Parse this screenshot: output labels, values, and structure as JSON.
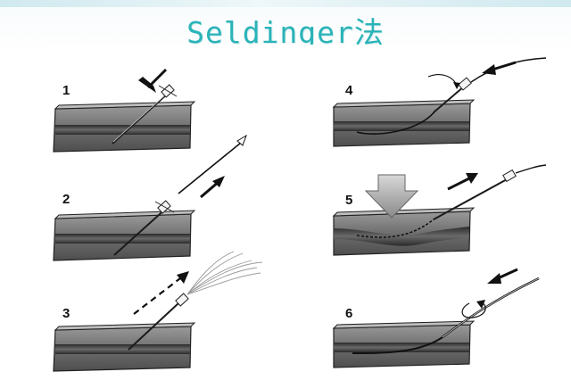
{
  "slide": {
    "title": "Seldinger法"
  },
  "steps": [
    {
      "number": "1"
    },
    {
      "number": "2"
    },
    {
      "number": "3"
    },
    {
      "number": "4"
    },
    {
      "number": "5"
    },
    {
      "number": "6"
    }
  ],
  "colors": {
    "title": "#2ab3b8",
    "tissue": "#6b6b6b",
    "vessel": "#3e3e3e",
    "arrow": "#111111",
    "pressure_arrow": "#9a9a9a"
  }
}
